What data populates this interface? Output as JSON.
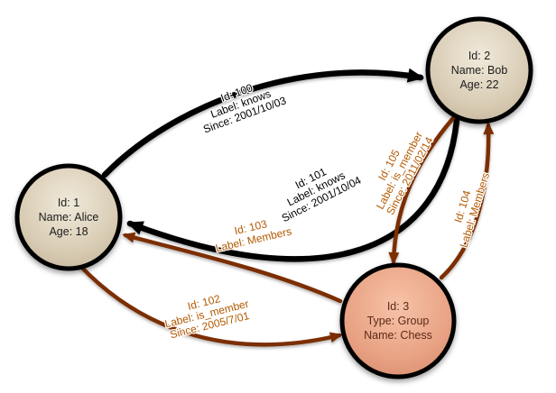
{
  "diagram": {
    "background": "#ffffff",
    "nodes": [
      {
        "id": "1",
        "lines": [
          "Id: 1",
          "Name: Alice",
          "Age: 18"
        ],
        "fill": "#d8cbb3",
        "border": "#000000",
        "text_color": "#1c1c1c"
      },
      {
        "id": "2",
        "lines": [
          "Id: 2",
          "Name: Bob",
          "Age: 22"
        ],
        "fill": "#d8cbb3",
        "border": "#000000",
        "text_color": "#1c1c1c"
      },
      {
        "id": "3",
        "lines": [
          "Id: 3",
          "Type: Group",
          "Name: Chess"
        ],
        "fill": "#e8a183",
        "border": "#000000",
        "text_color": "#5c2a18"
      }
    ],
    "edges": [
      {
        "id": "100",
        "lines": [
          "Id: 100",
          "Label: knows",
          "Since: 2001/10/03"
        ],
        "color": "#000000"
      },
      {
        "id": "101",
        "lines": [
          "Id: 101",
          "Label: knows",
          "Since: 2001/10/04"
        ],
        "color": "#000000"
      },
      {
        "id": "102",
        "lines": [
          "Id: 102",
          "Label: is_member",
          "Since: 2005/7/01"
        ],
        "color": "#7b2d00",
        "label_color": "#b35900"
      },
      {
        "id": "103",
        "lines": [
          "Id: 103",
          "Label: Members"
        ],
        "color": "#7b2d00",
        "label_color": "#b35900"
      },
      {
        "id": "104",
        "lines": [
          "Id: 104",
          "Label: Members"
        ],
        "color": "#7b2d00",
        "label_color": "#b35900"
      },
      {
        "id": "105",
        "lines": [
          "Id: 105",
          "Label: is_member",
          "Since: 2011/02/14"
        ],
        "color": "#7b2d00",
        "label_color": "#b35900"
      }
    ]
  }
}
